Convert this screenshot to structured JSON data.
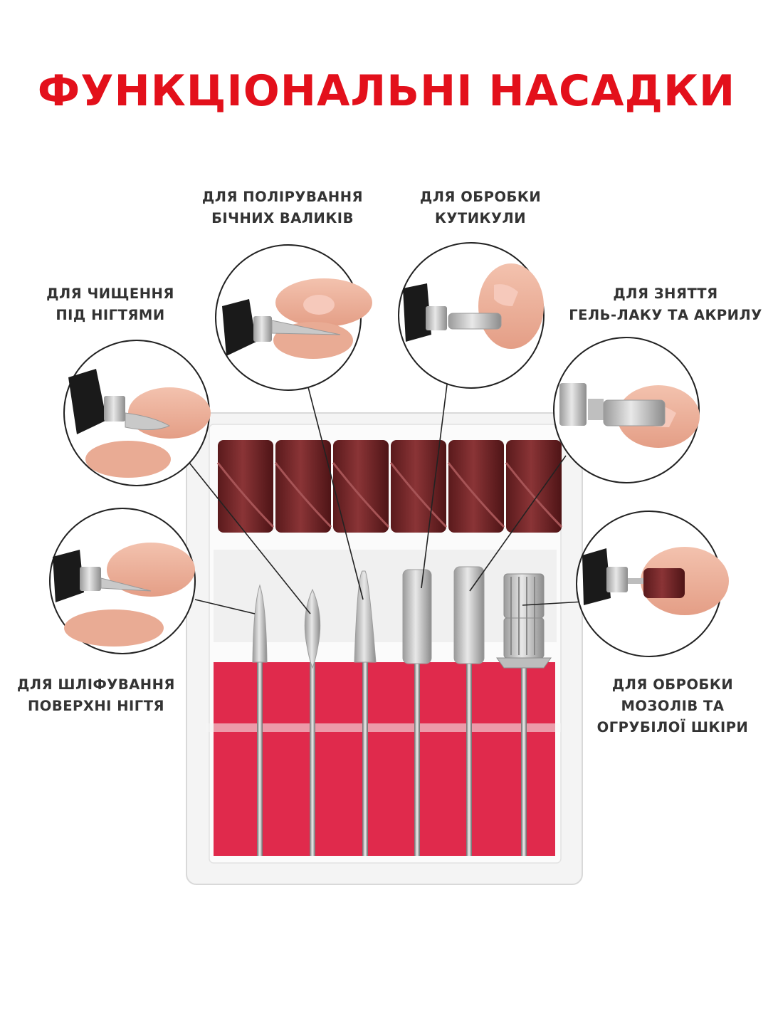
{
  "title": "ФУНКЦІОНАЛЬНІ НАСАДКИ",
  "labels": {
    "polishing": [
      "ДЛЯ ПОЛІРУВАННЯ",
      "БІЧНИХ ВАЛИКІВ"
    ],
    "cuticle": [
      "ДЛЯ ОБРОБКИ",
      "КУТИКУЛИ"
    ],
    "under_nail": [
      "ДЛЯ ЧИЩЕННЯ",
      "ПІД НІГТЯМИ"
    ],
    "gel_removal": [
      "ДЛЯ ЗНЯТТЯ",
      "ГЕЛЬ-ЛАКУ ТА АКРИЛУ"
    ],
    "surface_sanding": [
      "ДЛЯ ШЛІФУВАННЯ",
      "ПОВЕРХНІ НІГТЯ"
    ],
    "calluses": [
      "ДЛЯ ОБРОБКИ",
      "МОЗОЛІВ ТА",
      "ОГРУБІЛОЇ ШКІРИ"
    ]
  },
  "colors": {
    "title": "#e3101b",
    "label": "#333333",
    "sanding_band": "#7a2a2c",
    "felt_pad": "#e02a4c",
    "metal_bit": "#c9c9c9"
  },
  "icons": {
    "attachment_callout": "magnifier-circle",
    "sanding_band": "sanding-band-icon",
    "drill_bit": "drill-bit-icon"
  }
}
